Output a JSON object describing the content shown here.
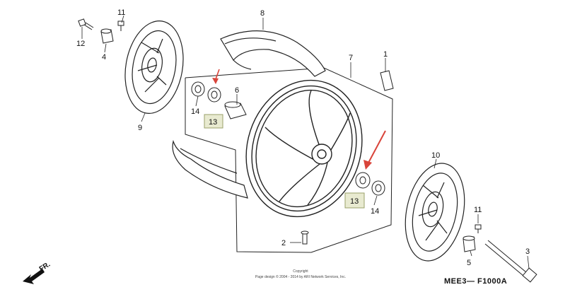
{
  "callouts": {
    "c1": "1",
    "c2": "2",
    "c3": "3",
    "c4": "4",
    "c5": "5",
    "c6": "6",
    "c7": "7",
    "c8": "8",
    "c9": "9",
    "c10": "10",
    "c11a": "11",
    "c11b": "11",
    "c12": "12",
    "c13a": "13",
    "c13b": "13",
    "c14a": "14",
    "c14b": "14"
  },
  "highlight_color": "#e8ead0",
  "highlight_border": "#9aa06a",
  "arrow_color": "#d9443a",
  "direction": {
    "label": "FR."
  },
  "copyright": {
    "line1": "Copyright",
    "line2": "Page design © 2004 - 2014 by ARI Network Services, Inc."
  },
  "diagram_code": "MEE3— F1000A"
}
